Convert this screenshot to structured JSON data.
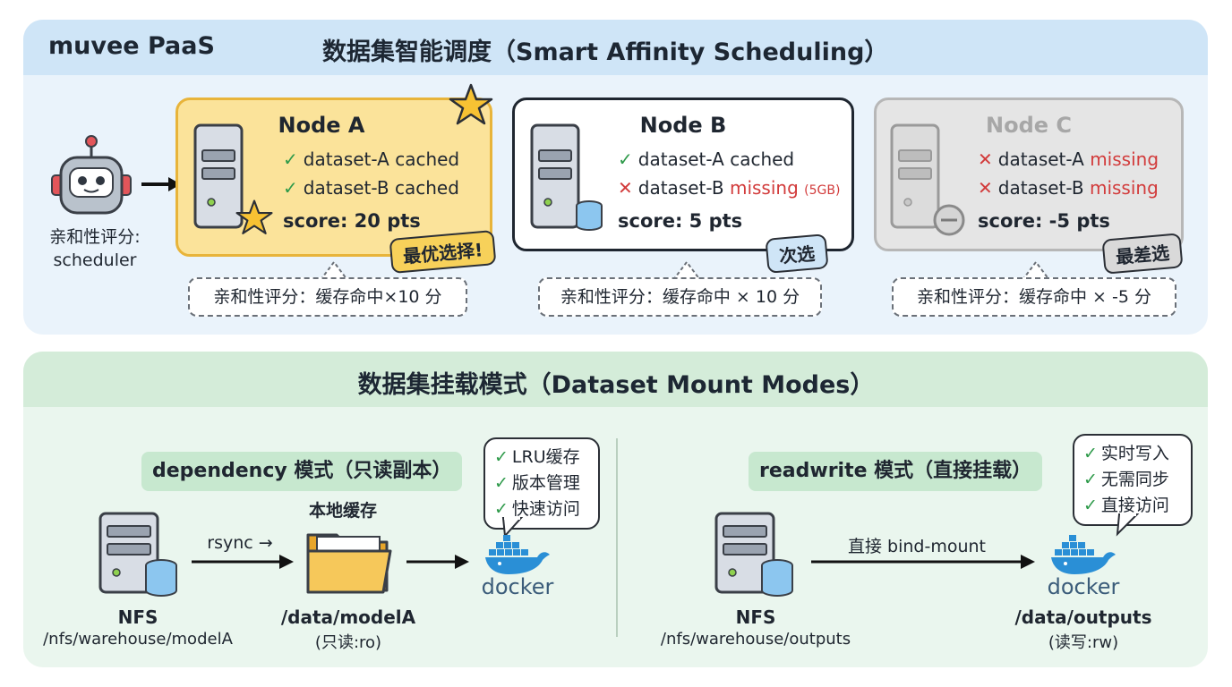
{
  "header": {
    "brand": "muvee PaaS",
    "title": "数据集智能调度（Smart Affinity Scheduling）"
  },
  "scheduler": {
    "label_line1": "亲和性评分:",
    "label_line2": "scheduler"
  },
  "nodes": [
    {
      "name": "Node A",
      "datasets": [
        {
          "status": "cached",
          "name": "dataset-A",
          "text": "cached",
          "note": ""
        },
        {
          "status": "cached",
          "name": "dataset-B",
          "text": "cached",
          "note": ""
        }
      ],
      "score": "score: 20 pts",
      "tag": "最优选择!",
      "formula": "亲和性评分：缓存命中×10 分"
    },
    {
      "name": "Node B",
      "datasets": [
        {
          "status": "cached",
          "name": "dataset-A",
          "text": "cached",
          "note": ""
        },
        {
          "status": "missing",
          "name": "dataset-B",
          "text": "missing",
          "note": "(5GB)"
        }
      ],
      "score": "score: 5 pts",
      "tag": "次选",
      "formula": "亲和性评分：缓存命中 × 10 分"
    },
    {
      "name": "Node C",
      "datasets": [
        {
          "status": "missing",
          "name": "dataset-A",
          "text": "missing",
          "note": ""
        },
        {
          "status": "missing",
          "name": "dataset-B",
          "text": "missing",
          "note": ""
        }
      ],
      "score": "score: -5 pts",
      "tag": "最差选",
      "formula": "亲和性评分：缓存命中 × -5 分"
    }
  ],
  "mount": {
    "title": "数据集挂载模式（Dataset Mount Modes）",
    "dependency": {
      "pill": "dependency 模式（只读副本）",
      "features": [
        "LRU缓存",
        "版本管理",
        "快速访问"
      ],
      "source_name": "NFS",
      "source_path": "/nfs/warehouse/modelA",
      "arrow_label": "rsync →",
      "cache_label": "本地缓存",
      "target_path": "/data/modelA",
      "target_mode": "(只读:ro)",
      "container": "docker"
    },
    "readwrite": {
      "pill": "readwrite 模式（直接挂载）",
      "features": [
        "实时写入",
        "无需同步",
        "直接访问"
      ],
      "source_name": "NFS",
      "source_path": "/nfs/warehouse/outputs",
      "arrow_label": "直接 bind-mount",
      "target_path": "/data/outputs",
      "target_mode": "(读写:rw)",
      "container": "docker"
    }
  },
  "colors": {
    "best_bg": "#fbe39a",
    "best_border": "#e8b43a",
    "missing_red": "#d23b3b",
    "cached_green": "#2e9a4a",
    "docker_blue": "#2a8fd6"
  }
}
